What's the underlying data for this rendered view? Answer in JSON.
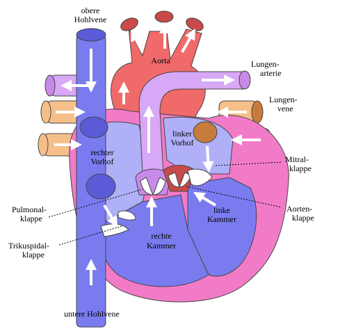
{
  "labels": {
    "superior_vena_cava": [
      "obere",
      "Hohlvene"
    ],
    "aorta": "Aorta",
    "pulmonary_artery": [
      "Lungen-",
      "arterie"
    ],
    "pulmonary_vein": [
      "Lungen-",
      "vene"
    ],
    "right_atrium": [
      "rechter",
      "Vorhof"
    ],
    "left_atrium": [
      "linker",
      "Vorhof"
    ],
    "mitral_valve": [
      "Mitral-",
      "klappe"
    ],
    "pulmonary_valve": [
      "Pulmonal-",
      "klappe"
    ],
    "aortic_valve": [
      "Aorten-",
      "klappe"
    ],
    "left_ventricle": [
      "linke",
      "Kammer"
    ],
    "tricuspid_valve": [
      "Trikuspidal-",
      "klappe"
    ],
    "right_ventricle": [
      "rechte",
      "Kammer"
    ],
    "inferior_vena_cava": "untere Hohlvene"
  },
  "colors": {
    "deoxygenated_blue": "#7b7bf0",
    "chamber_light_blue": "#b0b0f8",
    "oxygenated_red": "#f06a6a",
    "pulmonary_artery_lilac": "#d7a8f5",
    "pulmonary_vein_orange": "#f6bf8a",
    "heart_wall_pink": "#f27bc8",
    "valve_white": "#ffffff",
    "arrow_white": "#ffffff"
  }
}
